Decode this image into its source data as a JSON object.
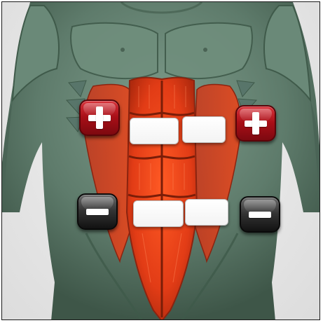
{
  "scene": {
    "subject": "abdominal-muscles",
    "colors": {
      "background": "#dcdcdc",
      "skin_muscle": "#5f7e6d",
      "abs_highlight": "#e8421b",
      "plus_button": "#b8141c",
      "minus_button": "#2e2e2e",
      "pad": "#ffffff"
    }
  },
  "controls": {
    "upper_left": {
      "icon": "plus-icon",
      "action": "increase"
    },
    "upper_right": {
      "icon": "plus-icon",
      "action": "increase"
    },
    "lower_left": {
      "icon": "minus-icon",
      "action": "decrease"
    },
    "lower_right": {
      "icon": "minus-icon",
      "action": "decrease"
    }
  },
  "pads": {
    "count": 4,
    "color": "#ffffff"
  }
}
